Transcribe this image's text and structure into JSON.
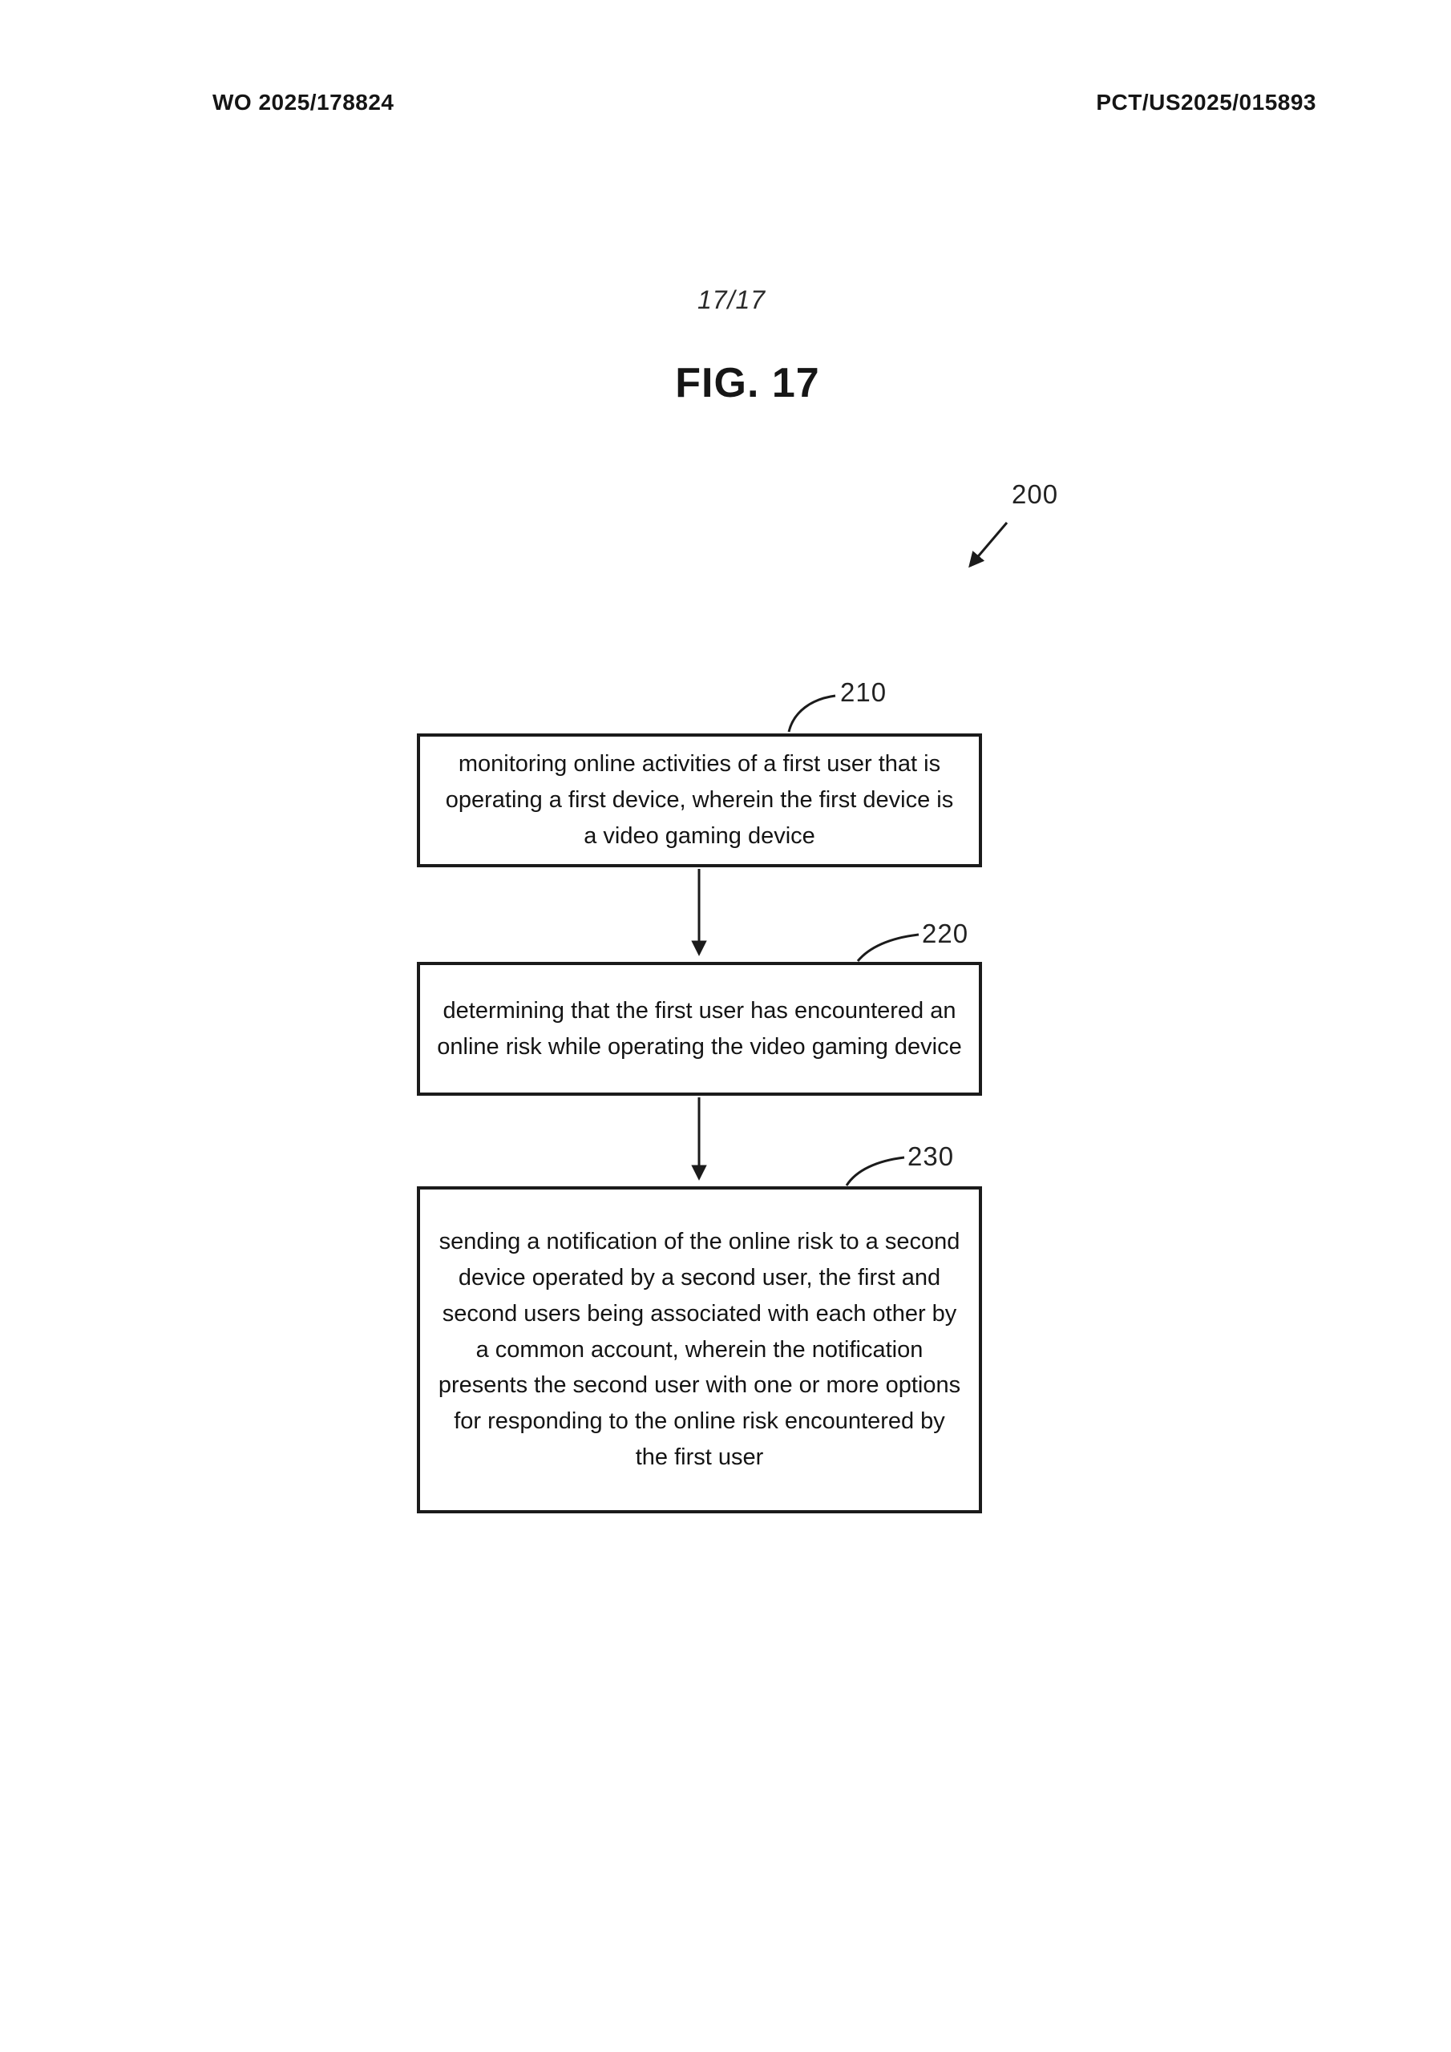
{
  "document": {
    "header_left": "WO 2025/178824",
    "header_right": "PCT/US2025/015893",
    "page_indicator": "17/17",
    "figure_title": "FIG. 17"
  },
  "flowchart": {
    "overall_ref": "200",
    "steps": [
      {
        "ref": "210",
        "text": "monitoring online activities of a first user that is operating a first device, wherein the first device is a video gaming device"
      },
      {
        "ref": "220",
        "text": "determining that the first user has encountered an online risk while operating the video gaming device"
      },
      {
        "ref": "230",
        "text": "sending a notification of the online risk to a second device operated by a second user, the first and second users being associated with each other by a common account, wherein the notification presents the second user with one or more options for responding to the online risk encountered by the first user"
      }
    ]
  }
}
